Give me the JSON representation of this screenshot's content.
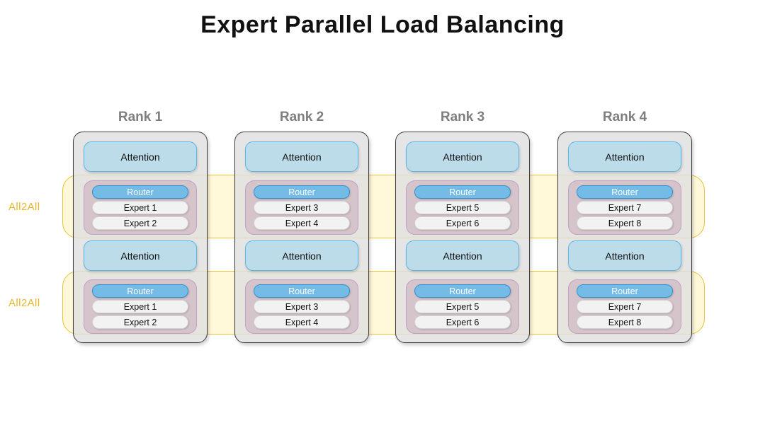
{
  "title": "Expert Parallel Load Balancing",
  "colors": {
    "band_fill": "#FFF3BA",
    "band_border": "#E8C23E",
    "band_label": "#E8B626",
    "rank_card_bg": "#DEDEDE",
    "rank_card_border": "#3D3D3D",
    "rank_label": "#7E7E7E",
    "attention_fill": "#BCDCEA",
    "attention_border": "#5BB6E8",
    "moe_fill": "#CCB0BE",
    "moe_border": "#C49FC8",
    "router_fill": "#74BBE6",
    "router_border": "#2C94D6",
    "router_text": "#FFFFFF",
    "expert_fill": "#F2F2F2",
    "expert_border": "#D2D2D2",
    "expert_text": "#121212"
  },
  "bands": [
    {
      "label": "All2All"
    },
    {
      "label": "All2All"
    }
  ],
  "ranks": [
    {
      "label": "Rank 1",
      "layers": [
        {
          "attention": "Attention",
          "router": "Router",
          "experts": [
            "Expert 1",
            "Expert 2"
          ]
        },
        {
          "attention": "Attention",
          "router": "Router",
          "experts": [
            "Expert 1",
            "Expert 2"
          ]
        }
      ]
    },
    {
      "label": "Rank 2",
      "layers": [
        {
          "attention": "Attention",
          "router": "Router",
          "experts": [
            "Expert 3",
            "Expert 4"
          ]
        },
        {
          "attention": "Attention",
          "router": "Router",
          "experts": [
            "Expert 3",
            "Expert 4"
          ]
        }
      ]
    },
    {
      "label": "Rank 3",
      "layers": [
        {
          "attention": "Attention",
          "router": "Router",
          "experts": [
            "Expert 5",
            "Expert 6"
          ]
        },
        {
          "attention": "Attention",
          "router": "Router",
          "experts": [
            "Expert 5",
            "Expert 6"
          ]
        }
      ]
    },
    {
      "label": "Rank 4",
      "layers": [
        {
          "attention": "Attention",
          "router": "Router",
          "experts": [
            "Expert 7",
            "Expert 8"
          ]
        },
        {
          "attention": "Attention",
          "router": "Router",
          "experts": [
            "Expert 7",
            "Expert 8"
          ]
        }
      ]
    }
  ]
}
